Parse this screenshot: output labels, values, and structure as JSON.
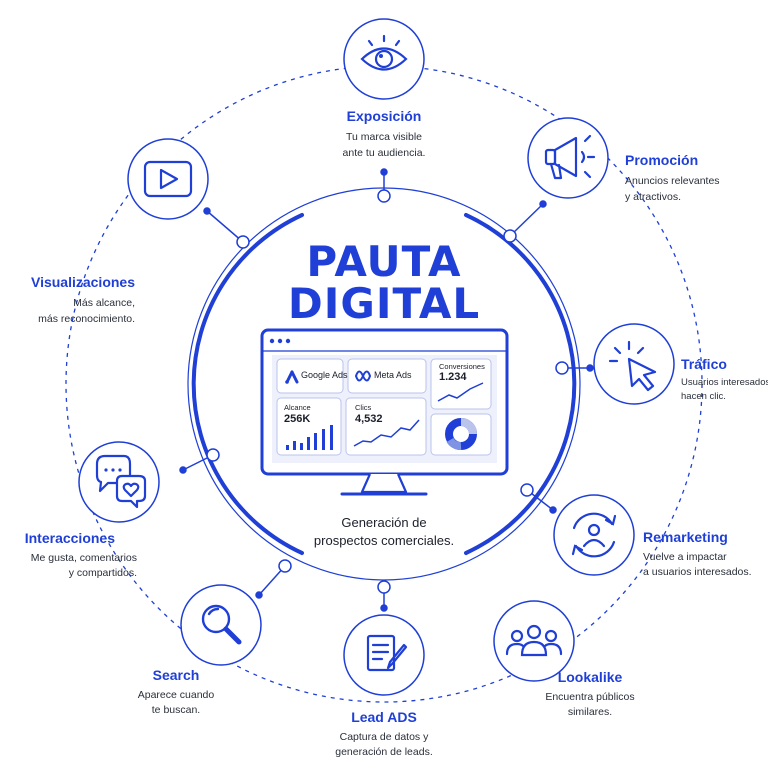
{
  "colors": {
    "primary": "#1f3fd6",
    "text": "#1b1f2b"
  },
  "center": {
    "title_line1": "PAUTA",
    "title_line2": "DIGITAL",
    "subtitle_line1": "Generación de",
    "subtitle_line2": "prospectos comerciales."
  },
  "monitor": {
    "google_ads": "Google Ads",
    "meta_ads": "Meta Ads",
    "conversiones_label": "Conversiones",
    "conversiones_value": "1.234",
    "alcance_label": "Alcance",
    "alcance_value": "256K",
    "clics_label": "Clics",
    "clics_value": "4,532"
  },
  "items": {
    "exposicion": {
      "title": "Exposición",
      "line1": "Tu marca visible",
      "line2": "ante tu audiencia.",
      "icon": "eye-icon"
    },
    "promocion": {
      "title": "Promoción",
      "line1": "Anuncios relevantes",
      "line2": "y atractivos.",
      "icon": "megaphone-icon"
    },
    "trafico": {
      "title": "Tráfico",
      "line1": "Usuarios interesados",
      "line2": "hacen clic.",
      "icon": "cursor-click-icon"
    },
    "remarketing": {
      "title": "Remarketing",
      "line1": "Vuelve a impactar",
      "line2": "a usuarios interesados.",
      "icon": "refresh-user-icon"
    },
    "lookalike": {
      "title": "Lookalike",
      "line1": "Encuentra públicos",
      "line2": "similares.",
      "icon": "people-group-icon"
    },
    "lead_ads": {
      "title": "Lead ADS",
      "line1": "Captura de datos y",
      "line2": "generación de leads.",
      "icon": "form-pencil-icon"
    },
    "search": {
      "title": "Search",
      "line1": "Aparece cuando",
      "line2": "te buscan.",
      "icon": "magnifier-icon"
    },
    "interacciones": {
      "title": "Interacciones",
      "line1": "Me gusta, comentarios",
      "line2": "y compartidos.",
      "icon": "chat-heart-icon"
    },
    "visualizaciones": {
      "title": "Visualizaciones",
      "line1": "Más alcance,",
      "line2": "más reconocimiento.",
      "icon": "play-video-icon"
    }
  }
}
